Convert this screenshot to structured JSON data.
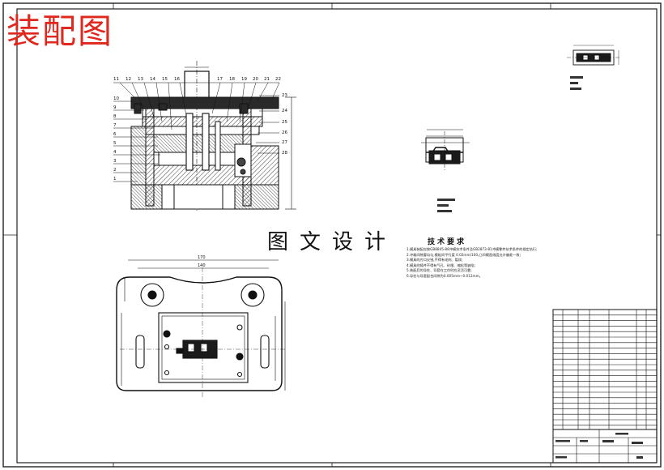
{
  "title": "装配图",
  "center_caption": "图文设计",
  "tech_requirements": {
    "heading": "技术要求",
    "notes": [
      "1.模具装配应按GB8845-88冲模技术条件及GB2873-81冲模零件技术条件的规定执行;",
      "2.冲裁间隙要均匀,模板间平行度 0.02mm/100,凸凹模直线度允许偏差一致;",
      "3.模具的刃口尖锐,不得有毛刺、裂纹;",
      "4.模具的铸件不得有气孔、砂眼、缩松等缺陷;",
      "5.装配后的导柱、导套在工作时应灵活可靠;",
      "6.导柱与导套配合间隙为0.005mm~0.012mm。"
    ]
  },
  "part_callouts_top": [
    "11",
    "12",
    "13",
    "14",
    "15",
    "16",
    "17",
    "18",
    "19",
    "20",
    "21",
    "22"
  ],
  "part_callouts_left": [
    "10",
    "9",
    "8",
    "7",
    "6",
    "5",
    "4",
    "3",
    "2",
    "1"
  ],
  "part_callouts_right": [
    "23",
    "24",
    "25",
    "26",
    "27",
    "28"
  ],
  "plan_dims": {
    "overall_width": "170",
    "inner_width": "140"
  },
  "colors": {
    "line": "#111111",
    "title_red": "#e0281e"
  }
}
